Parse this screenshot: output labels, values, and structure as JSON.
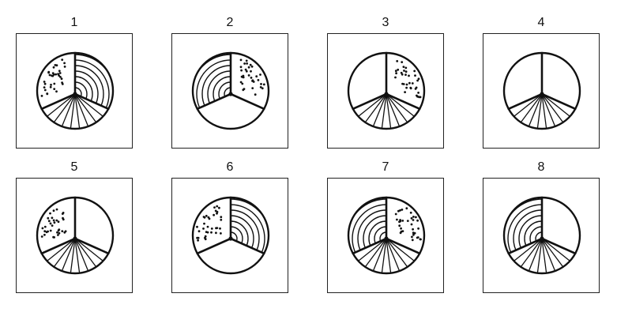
{
  "figure": {
    "colors": {
      "ink": "#111111",
      "frame": "#222222",
      "background": "#ffffff"
    },
    "panels": [
      {
        "label": "1",
        "sectors": {
          "right": "arcs",
          "left": "dots",
          "bottom": "rays"
        }
      },
      {
        "label": "2",
        "sectors": {
          "right": "dots",
          "left": "arcs",
          "bottom": "blank"
        }
      },
      {
        "label": "3",
        "sectors": {
          "right": "dots",
          "left": "blank",
          "bottom": "rays"
        }
      },
      {
        "label": "4",
        "sectors": {
          "right": "blank",
          "left": "blank",
          "bottom": "rays"
        }
      },
      {
        "label": "5",
        "sectors": {
          "right": "blank",
          "left": "dots",
          "bottom": "rays"
        }
      },
      {
        "label": "6",
        "sectors": {
          "right": "arcs",
          "left": "dots",
          "bottom": "blank"
        }
      },
      {
        "label": "7",
        "sectors": {
          "right": "dots",
          "left": "arcs",
          "bottom": "rays"
        }
      },
      {
        "label": "8",
        "sectors": {
          "right": "blank",
          "left": "arcs",
          "bottom": "rays"
        }
      }
    ]
  }
}
